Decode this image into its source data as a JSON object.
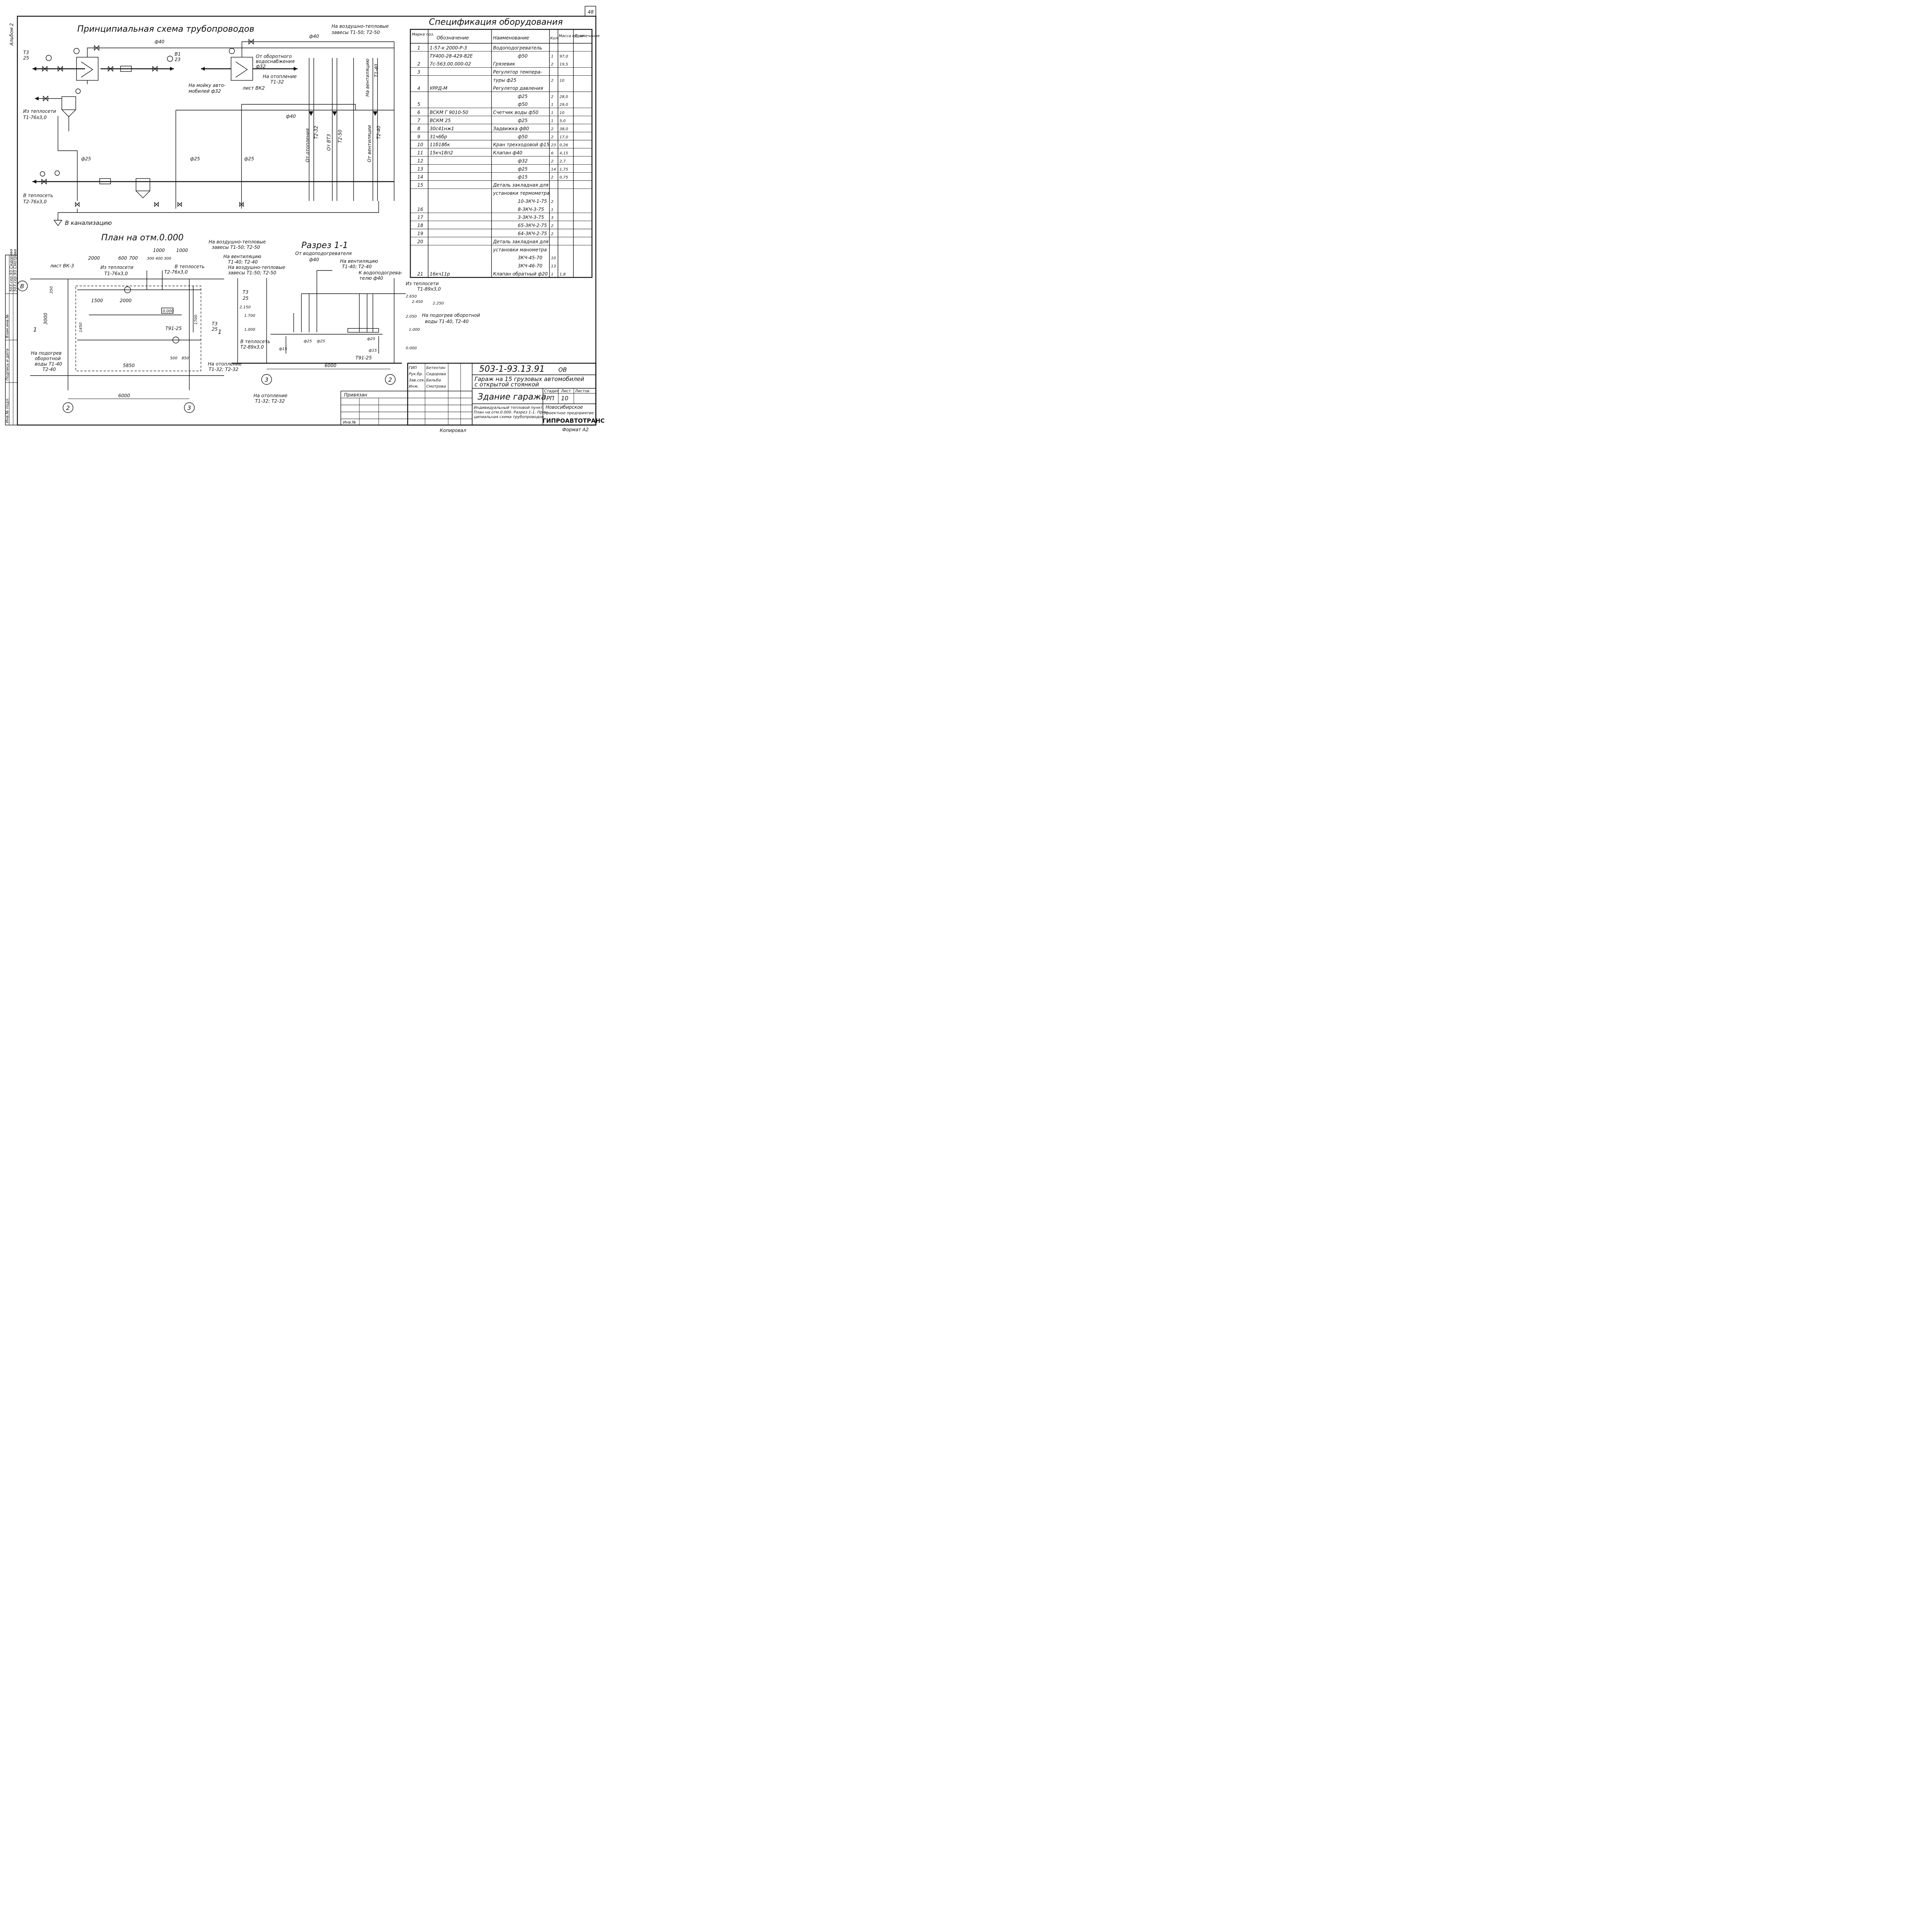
{
  "sheet": {
    "corner_number": "48",
    "album": "Альбом 2",
    "scheme_title": "Принципиальная схема трубопроводов",
    "plan_title": "План на отм.0.000",
    "section_title": "Разрез 1-1",
    "copied": "Копировал",
    "format": "Формат А2"
  },
  "side_stamp": {
    "inv": "Инв.№ подл.",
    "sign_date": "Подпись и дата",
    "vzam": "Взам.инв.№",
    "rows": [
      "503.сер.93 Сидорова",
      "503.сер.93 Смотрова"
    ]
  },
  "scheme_labels": {
    "t3_25": "Т3",
    "t3_25b": "25",
    "from_net": "Из теплосети",
    "from_net_spec": "Т1-76х3,0",
    "to_net": "В теплосеть",
    "to_net_spec": "Т2-76х3,0",
    "to_sewer": "В канализацию",
    "wash": "На мойку авто-",
    "wash2": "мобилей ф32",
    "circ": "От оборотного",
    "circ2": "водоснабжения",
    "circ3": "ф32",
    "heating": "На отопление",
    "heating2": "Т1-32",
    "curtains": "На воздушно-тепловые",
    "curtains2": "завесы Т1-50; Т2-50",
    "sheet_vk2": "лист ВК2",
    "from_heating": "От отопления",
    "from_heating2": "Т2-32",
    "from_vt3": "От ВТ3",
    "from_vt3_2": "Т2-50",
    "from_vent": "От вентиляции",
    "from_vent2": "Т2-40",
    "to_vent": "На вентиляцию",
    "to_vent2": "Т1-40",
    "phi40": "ф40",
    "phi25": "ф25",
    "b1": "В1",
    "b1n": "23"
  },
  "plan_labels": {
    "sheet_vk3": "лист ВК-3",
    "from_net": "Из теплосети",
    "from_net_spec": "Т1-76х3,0",
    "to_net": "В теплосеть",
    "to_net_spec": "Т2-76х3,0",
    "curtains": "На воздушно-тепловые",
    "curtains2": "завесы Т1-50; Т2-50",
    "vent": "На вентиляцию",
    "vent2": "Т1-40; Т2-40",
    "curtains_b": "На воздушно-тепловые",
    "curtains_b2": "завесы Т1-50; Т2-50",
    "reheat": "На подогрев",
    "reheat2": "оборотной",
    "reheat3": "воды Т1-40",
    "reheat4": "Т2-40",
    "heating": "На отопление",
    "heating2": "Т1-32; Т2-32",
    "t3": "Т3",
    "t3n": "25",
    "t91": "Т91-25",
    "d2000": "2000",
    "d600": "600",
    "d700": "700",
    "d1000a": "1000",
    "d1000b": "1000",
    "d300a": "300",
    "d400": "400",
    "d300b": "300",
    "d350": "350",
    "d1500": "1500",
    "d2000b": "2000",
    "d3000": "3000",
    "d1450": "1450",
    "d1700": "1700",
    "d5850": "5850",
    "d6000": "6000",
    "d500": "500",
    "d850": "850",
    "axis_b": "В",
    "axis_2": "2",
    "axis_3": "3",
    "cut": "1",
    "el0": "0.000"
  },
  "section_labels": {
    "from_heater": "От водоподогревателя",
    "from_heater2": "ф40",
    "vent": "На вентиляцию",
    "vent2": "Т1-40; Т2-40",
    "to_heater": "К водоподогрева-",
    "to_heater2": "телю ф40",
    "from_net": "Из теплосети",
    "from_net2": "Т1-89х3,0",
    "to_net": "В теплосеть",
    "to_net2": "Т2-89х3,0",
    "reheat": "На подогрев оборотной",
    "reheat2": "воды Т1-40, Т2-40",
    "heating": "На отопление",
    "heating2": "Т1-32; Т2-32",
    "t3": "Т3",
    "t3n": "25",
    "t91": "Т91-25",
    "e2150": "2.150",
    "e1700": "1.700",
    "e1000": "1.000",
    "e2650": "2.650",
    "e2450": "2.450",
    "e2250": "2.250",
    "e2050": "2.050",
    "e1000b": "1.000",
    "e0": "0.000",
    "d6000": "6000",
    "axis_3": "3",
    "axis_2": "2",
    "phi25": "ф25",
    "phi15": "ф15"
  },
  "spec": {
    "title": "Спецификация оборудования",
    "headers": [
      "Марка поз.",
      "Обозначение",
      "Наименование",
      "Кол.",
      "Масса ед.,кг",
      "Примечание"
    ],
    "rows": [
      [
        "1",
        "1-57-к 2000-Р-3",
        "Водоподогреватель",
        "",
        "",
        ""
      ],
      [
        "",
        "ТУ400-28-429-82Е",
        "ф50",
        "1",
        "97,0",
        ""
      ],
      [
        "2",
        "7с-563.00.000-02",
        "Грязевик",
        "2",
        "19,5",
        ""
      ],
      [
        "3",
        "",
        "Регулятор темпера-",
        "",
        "",
        ""
      ],
      [
        "",
        "",
        "туры   ф25",
        "2",
        "10",
        ""
      ],
      [
        "4",
        "УРРД-М",
        "Регулятор давления",
        "",
        "",
        ""
      ],
      [
        "",
        "",
        "ф25",
        "2",
        "28,0",
        ""
      ],
      [
        "5",
        "",
        "ф50",
        "1",
        "29,0",
        ""
      ],
      [
        "6",
        "ВСКМ Г 9010-50",
        "Счетчик воды ф50",
        "1",
        "10",
        ""
      ],
      [
        "7",
        "ВСКМ 25",
        "ф25",
        "1",
        "5,0",
        ""
      ],
      [
        "8",
        "30с41нж1",
        "Задвижка  ф80",
        "2",
        "38,0",
        ""
      ],
      [
        "9",
        "31ч6бр",
        "ф50",
        "2",
        "17,0",
        ""
      ],
      [
        "10",
        "11б18бк",
        "Кран трехходовой ф15",
        "23",
        "0,26",
        ""
      ],
      [
        "11",
        "15кч18п2",
        "Клапан   ф40",
        "6",
        "4,15",
        ""
      ],
      [
        "12",
        "",
        "ф32",
        "2",
        "2,7",
        ""
      ],
      [
        "13",
        "",
        "ф25",
        "14",
        "1,75",
        ""
      ],
      [
        "14",
        "",
        "ф15",
        "2",
        "0,75",
        ""
      ],
      [
        "15",
        "",
        "Деталь закладная для",
        "",
        "",
        ""
      ],
      [
        "",
        "",
        "установки термометра",
        "",
        "",
        ""
      ],
      [
        "",
        "",
        "10-3КЧ-1-75",
        "2",
        "",
        ""
      ],
      [
        "16",
        "",
        "8-3КЧ-3-75",
        "1",
        "",
        ""
      ],
      [
        "17",
        "",
        "3-3КЧ-3-75",
        "3",
        "",
        ""
      ],
      [
        "18",
        "",
        "65-3КЧ-2-75",
        "2",
        "",
        ""
      ],
      [
        "19",
        "",
        "64-3КЧ-2-75",
        "2",
        "",
        ""
      ],
      [
        "20",
        "",
        "Деталь закладная для",
        "",
        "",
        ""
      ],
      [
        "",
        "",
        "установки манометра",
        "",
        "",
        ""
      ],
      [
        "",
        "",
        "3КЧ-45-70",
        "10",
        "",
        ""
      ],
      [
        "",
        "",
        "3КЧ-46-70",
        "13",
        "",
        ""
      ],
      [
        "21",
        "16кч11р",
        "Клапан обратный ф20",
        "1",
        "1,8",
        ""
      ]
    ]
  },
  "title_block": {
    "code": "503-1-93.13.91",
    "sheet_mark": "ОВ",
    "project": "Гараж на 15 грузовых автомобилей",
    "project2": "с открытой стоянкой",
    "building": "Здание гаража",
    "stage_h": "Стадия",
    "sheet_h": "Лист",
    "sheets_h": "Листов",
    "stage": "РП",
    "sheet": "10",
    "sheets": "",
    "content1": "Индивидуальный тепловой пункт.",
    "content2": "План на отм.0.000. Разрез 1-1. Прин-",
    "content3": "ципиальная схема трубопроводов",
    "org1": "Новосибирское",
    "org2": "проектное предприятие",
    "org3": "ГИПРОАВТОТРАНС",
    "attached": "Привязан",
    "inv": "Инв.№",
    "roles": [
      {
        "role": "ГИП",
        "name": "Бетехтин"
      },
      {
        "role": "Рук.бр.",
        "name": "Сидорова"
      },
      {
        "role": "Зав.сек.",
        "name": "Бильба"
      },
      {
        "role": "Инж.",
        "name": "Смотрова"
      }
    ]
  }
}
